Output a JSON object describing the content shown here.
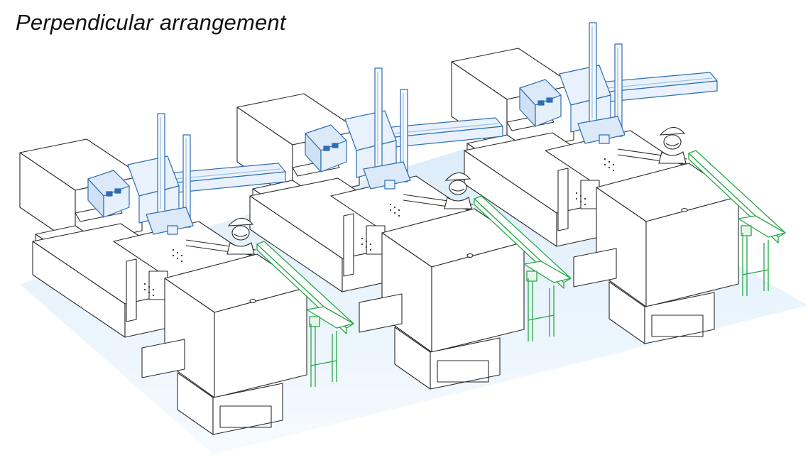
{
  "title": "Perpendicular arrangement",
  "colors": {
    "machine_stroke": "#2a2a2a",
    "robot": "#2e6db4",
    "robot_light": "#9cc0e8",
    "conveyor": "#26a843",
    "floor_top": "#e4f1fb",
    "floor_bottom": "#ffffff"
  },
  "units": [
    {
      "machine": "injection-molding-machine",
      "robot": "traverse-robot",
      "conveyor": "conveyor-belt",
      "operator": "operator-with-helmet"
    },
    {
      "machine": "injection-molding-machine",
      "robot": "traverse-robot",
      "conveyor": "conveyor-belt",
      "operator": "operator-with-helmet"
    },
    {
      "machine": "injection-molding-machine",
      "robot": "traverse-robot",
      "conveyor": "conveyor-belt",
      "operator": "operator-with-helmet"
    }
  ]
}
